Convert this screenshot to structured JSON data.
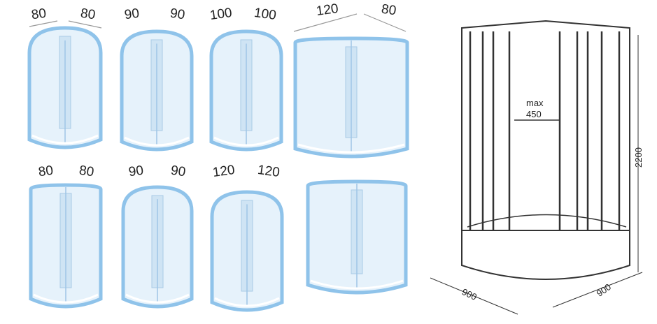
{
  "cabins": [
    {
      "id": "cabin-80x80-round",
      "width": "80",
      "depth": "80"
    },
    {
      "id": "cabin-90x90-round",
      "width": "90",
      "depth": "90"
    },
    {
      "id": "cabin-100x100-round",
      "width": "100",
      "depth": "100"
    },
    {
      "id": "cabin-120x80-asym",
      "width": "120",
      "depth": "80"
    },
    {
      "id": "cabin-80x80-square",
      "width": "80",
      "depth": "80"
    },
    {
      "id": "cabin-90x90-tall",
      "width": "90",
      "depth": "90"
    },
    {
      "id": "cabin-120x120-round",
      "width": "120",
      "depth": "120"
    },
    {
      "id": "cabin-rectangular-hydromassage"
    }
  ],
  "drawing": {
    "door_label": "max",
    "door_value": "450",
    "height": "2200",
    "width_left": "900",
    "width_right": "900"
  },
  "colors": {
    "frame": "#8fc3ea",
    "glass": "#e6f2fb",
    "line": "#333333"
  }
}
